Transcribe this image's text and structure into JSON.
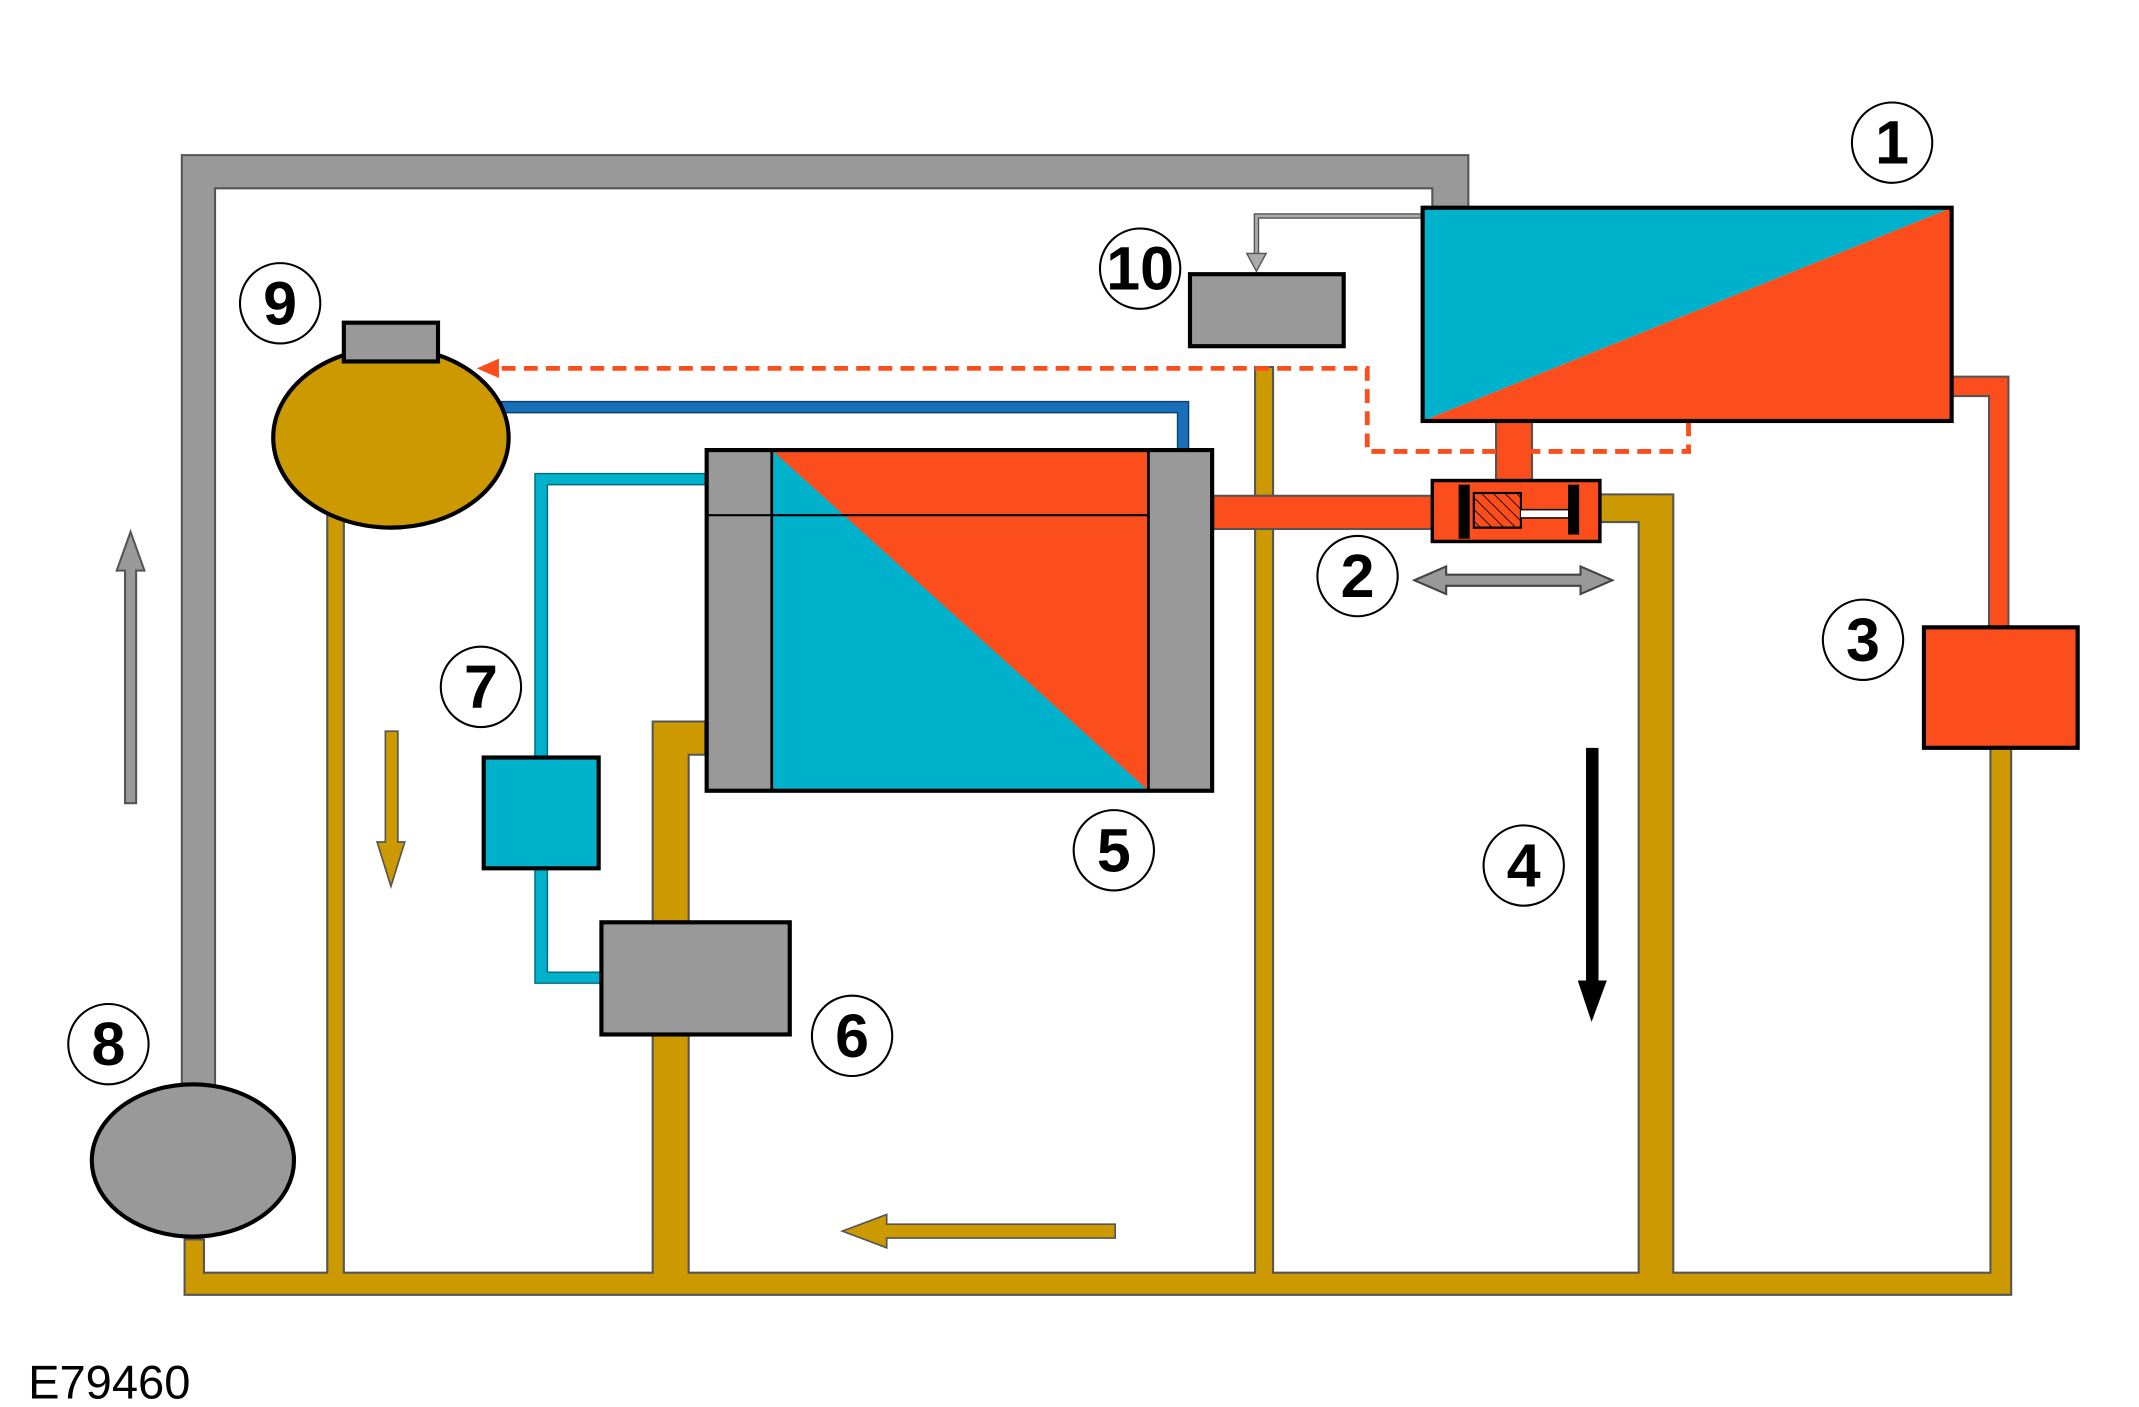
{
  "figure_id": "E79460",
  "callouts": [
    "1",
    "2",
    "3",
    "4",
    "5",
    "6",
    "7",
    "8",
    "9",
    "10"
  ],
  "colors": {
    "coolant_hot": "#fc4e1c",
    "coolant_cold": "#00b1cc",
    "return_line": "#cc9900",
    "component_grey": "#999999",
    "heater_blue": "#1a70b8",
    "outline": "#000000"
  }
}
